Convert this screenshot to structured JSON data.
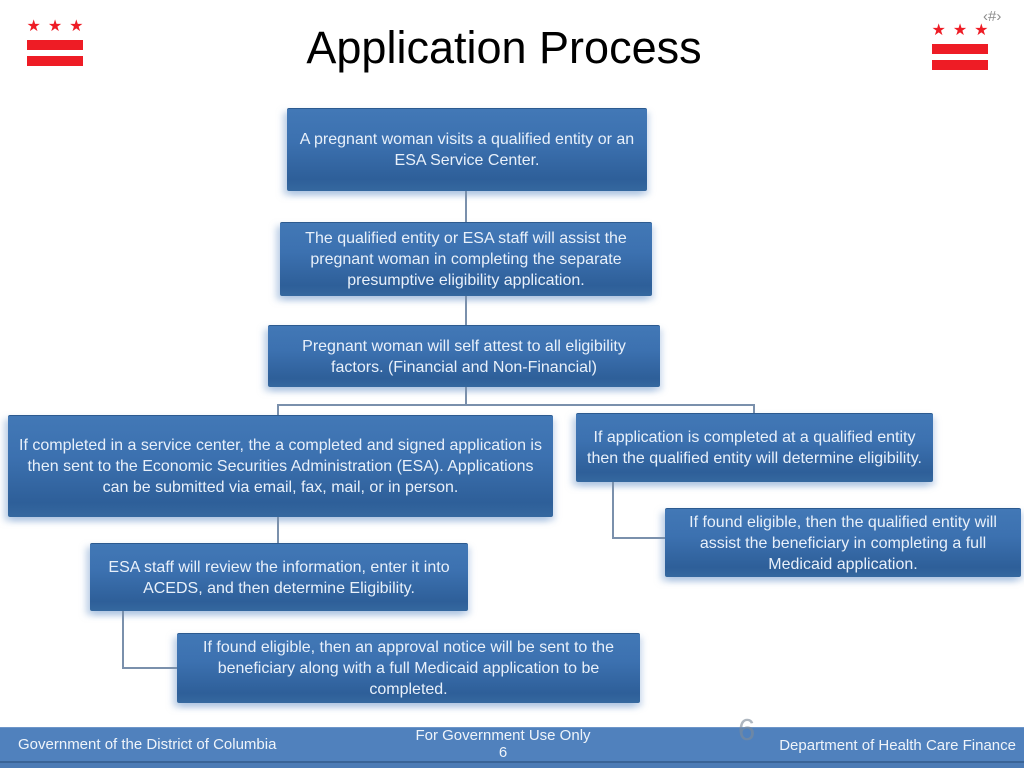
{
  "slide": {
    "title": "Application Process",
    "page_placeholder": "‹#›",
    "page_number_gray": "6"
  },
  "flowchart": {
    "boxes": [
      {
        "text": "A pregnant woman visits a qualified entity or an ESA Service Center."
      },
      {
        "text": "The qualified entity or ESA staff will assist the pregnant woman in completing the separate presumptive eligibility application."
      },
      {
        "text": "Pregnant woman will self attest to all eligibility factors. (Financial and Non-Financial)"
      },
      {
        "text": "If completed in a service center, the a completed and signed application is then sent to the Economic Securities Administration (ESA). Applications can be submitted via email, fax, mail, or in person."
      },
      {
        "text": "If application is completed at a qualified entity then the qualified entity will determine eligibility."
      },
      {
        "text": "If found eligible, then the qualified entity will assist the beneficiary in completing a full Medicaid application."
      },
      {
        "text": "ESA staff will review the information, enter it into ACEDS, and then determine Eligibility."
      },
      {
        "text": "If found eligible, then an approval notice will be sent to the beneficiary along with a full Medicaid application to be completed."
      }
    ]
  },
  "footer": {
    "left": "Government of the District of Columbia",
    "center_line1": "For Government Use Only",
    "center_line2": "6",
    "right": "Department of Health Care Finance"
  },
  "icons": {
    "flag_star": "★"
  },
  "colors": {
    "flag_red": "#EE1C25",
    "box_gradient_top": "#4278B6",
    "box_gradient_bottom": "#2E5F99",
    "box_text": "#E8F0FA",
    "connector": "#7A90AC",
    "footer_bar": "#5081BD",
    "footer_edge": "#3A6497",
    "page_number_gray": "#7E8B99",
    "title_text": "#000000"
  }
}
